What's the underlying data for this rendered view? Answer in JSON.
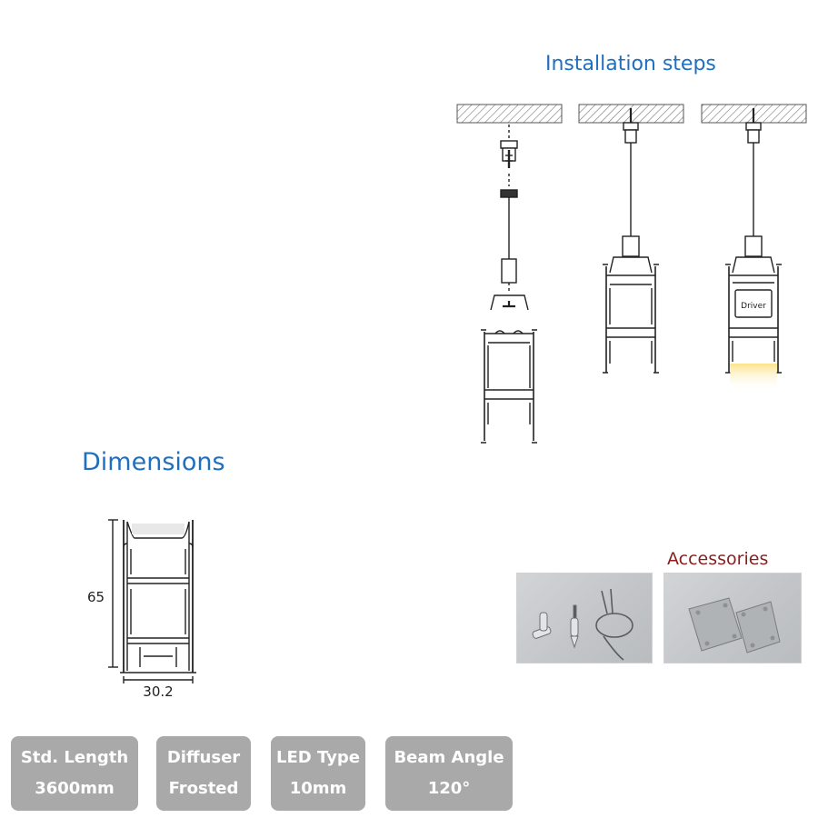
{
  "installation": {
    "title": "Installation steps",
    "driver_label": "Driver"
  },
  "dimensions": {
    "title": "Dimensions",
    "height_label": "65",
    "width_label": "30.2"
  },
  "accessories": {
    "title": "Accessories"
  },
  "specs": [
    {
      "label": "Std. Length",
      "value": "3600mm"
    },
    {
      "label": "Diffuser",
      "value": "Frosted"
    },
    {
      "label": "LED Type",
      "value": "10mm"
    },
    {
      "label": "Beam Angle",
      "value": "120°"
    }
  ],
  "colors": {
    "heading_blue": "#1f6fbf",
    "accessories_red": "#8b1d1d",
    "badge_gray": "#a9a9a9",
    "light_glow": "#f6e27a"
  }
}
